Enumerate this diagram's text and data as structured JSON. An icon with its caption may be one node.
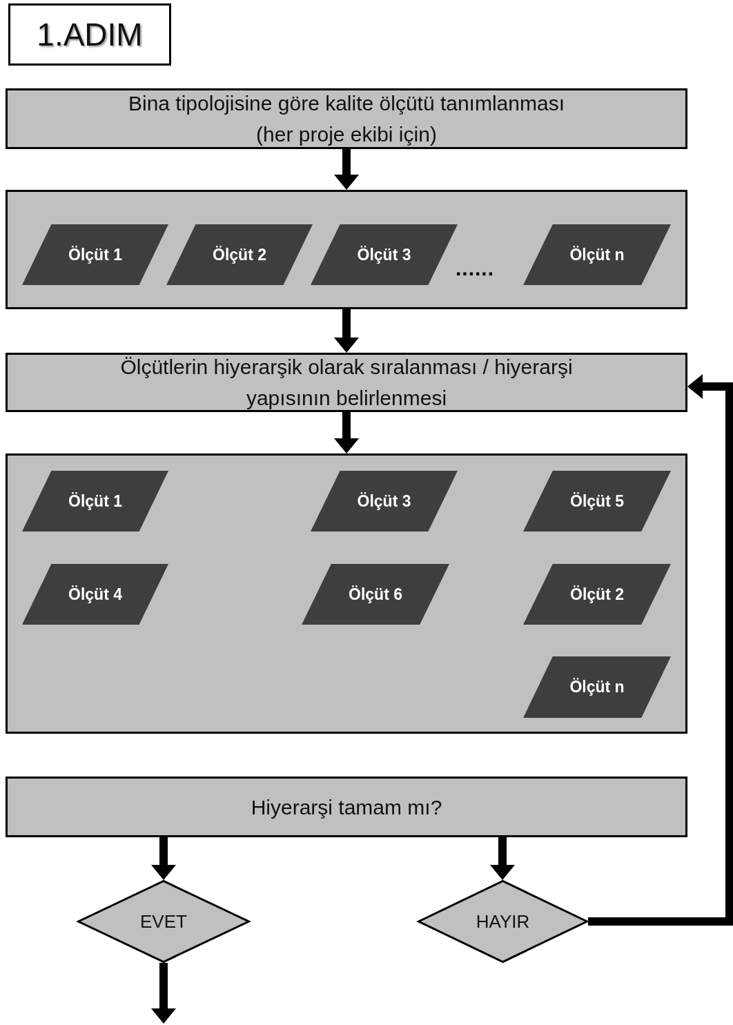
{
  "diagram": {
    "nodes": [
      {
        "text": [
          "1.ADIM"
        ]
      },
      {
        "text": [
          "Bina tipolojisine göre kalite  ölçütü tanımlanması (her proje ekibi için)"
        ]
      },
      {
        "text": [],
        "shape": "box"
      },
      {
        "text": [
          "Ölçüt 1"
        ],
        "in": 2
      },
      {
        "text": [
          "Ölçüt 2"
        ],
        "in": 2
      },
      {
        "text": [
          "Ölçüt 3"
        ],
        "in": 2
      },
      {
        "text": [
          "Ölçüt n"
        ],
        "in": 2
      },
      {
        "text": [
          "Ölçütlerin hiyerarşik olarak sıralanması / hiyerarşi yapısının belirlenmesi"
        ]
      },
      {
        "text": [],
        "shape": "box"
      },
      {
        "text": [
          "Ölçüt 1"
        ],
        "in": 8
      },
      {
        "text": [
          "Ölçüt 3"
        ],
        "in": 8
      },
      {
        "text": [
          "Ölçüt 5"
        ],
        "in": 8
      },
      {
        "text": [
          "Ölçüt 4"
        ],
        "in": 8
      },
      {
        "text": [
          "Ölçüt 6"
        ],
        "in": 8
      },
      {
        "text": [
          "Ölçüt 2"
        ],
        "in": 8
      },
      {
        "text": [
          "Ölçüt n"
        ],
        "in": 8
      },
      {
        "text": [
          "Hiyerarşi tamam mı?"
        ]
      },
      {
        "text": [
          "EVET"
        ]
      },
      {
        "text": [
          "HAYIR"
        ]
      }
    ],
    "edges": [
      {
        "from": 1,
        "to": 2,
        "arrow": "to"
      },
      {
        "from": 2,
        "to": 7,
        "arrow": "to"
      },
      {
        "from": 7,
        "to": 8,
        "arrow": "to"
      },
      {
        "from": 16,
        "to": 17,
        "arrow": "to"
      },
      {
        "from": 16,
        "to": 18,
        "arrow": "to"
      },
      {
        "from": 18,
        "to": 7,
        "arrow": "to"
      },
      {
        "from": 17,
        "to": null,
        "arrow": "to"
      }
    ],
    "labels": [
      "......"
    ]
  }
}
